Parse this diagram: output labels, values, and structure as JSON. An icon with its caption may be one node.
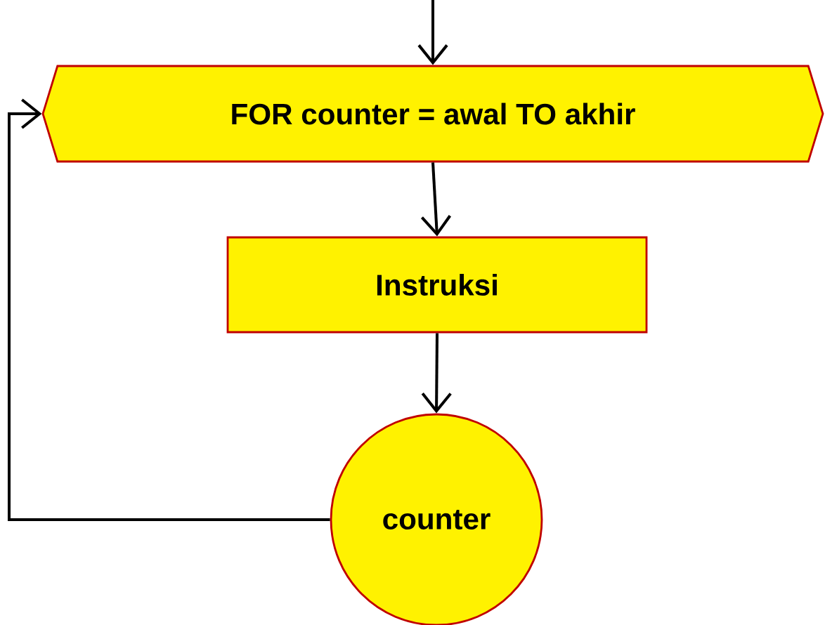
{
  "diagram": {
    "nodes": [
      {
        "text": [
          "FOR counter = awal TO akhir"
        ]
      },
      {
        "text": [
          "Instruksi"
        ]
      },
      {
        "text": [
          "counter"
        ]
      }
    ],
    "edges": [
      {
        "from": null,
        "to": 0,
        "arrow": "to"
      },
      {
        "from": 0,
        "to": 1,
        "arrow": "to"
      },
      {
        "from": 1,
        "to": 2,
        "arrow": "to"
      },
      {
        "from": 2,
        "to": 0,
        "arrow": "to"
      }
    ]
  }
}
